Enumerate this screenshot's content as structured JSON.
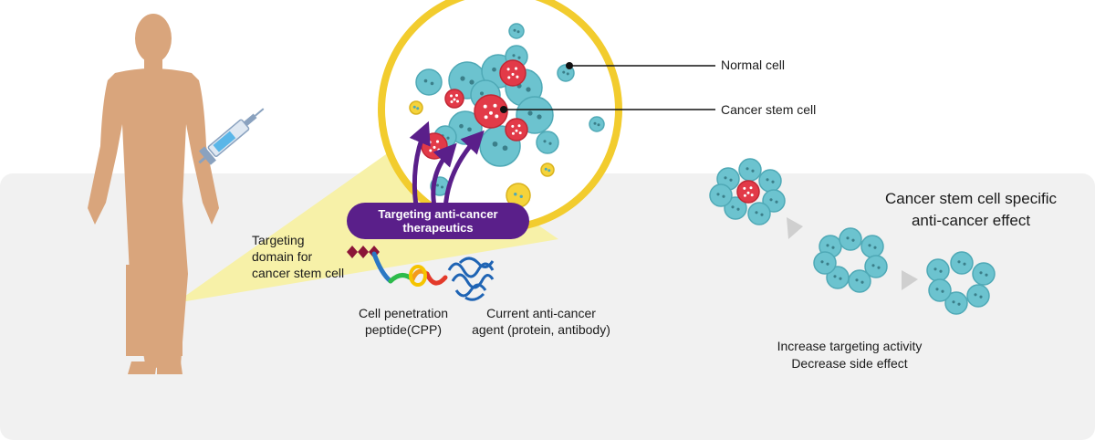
{
  "labels": {
    "normal_cell": "Normal cell",
    "cancer_stem_cell": "Cancer stem cell",
    "targeting_line1": "Targeting",
    "targeting_line2": "domain for",
    "targeting_line3": "cancer stem cell",
    "cpp_line1": "Cell penetration",
    "cpp_line2": "peptide(CPP)",
    "agent_line1": "Current anti-cancer",
    "agent_line2": "agent (protein, antibody)",
    "therapeutics_line1": "Targeting anti-cancer",
    "therapeutics_line2": "therapeutics",
    "effect_line1": "Cancer stem cell specific",
    "effect_line2": "anti-cancer effect",
    "outcome_line1": "Increase targeting activity",
    "outcome_line2": "Decrease side effect"
  },
  "colors": {
    "background_panel": "#f1f1f1",
    "body": "#d9a57c",
    "magnify_cone": "#f7f1a8",
    "magnify_ring": "#f2cc2e",
    "normal_cell": "#6cc3cf",
    "cancer_cell": "#e23a48",
    "pill": "#5a1f8a",
    "arrow": "#5a1f8a"
  },
  "icons": [
    "human-body-icon",
    "syringe-icon",
    "cell-cluster-icon",
    "protein-structure-icon",
    "peptide-icon"
  ]
}
